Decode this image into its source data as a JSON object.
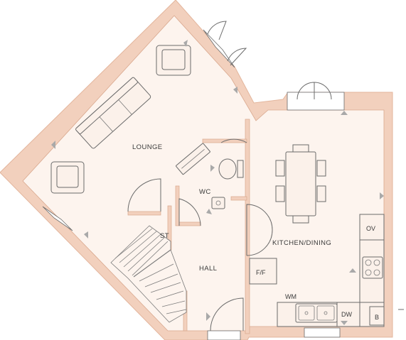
{
  "colors": {
    "wall": "#f2d0bd",
    "wall_edge": "#e3b59c",
    "floor": "#fdf4ee",
    "line": "#6b6b6b",
    "marker": "#a9a9a9"
  },
  "rooms": {
    "lounge": "LOUNGE",
    "wc": "WC",
    "st": "ST",
    "hall": "HALL",
    "kitchen_dining": "KITCHEN/DINING"
  },
  "appliances": {
    "ov": "OV",
    "ff": "F/F",
    "wm": "WM",
    "dw": "DW",
    "b": "B"
  }
}
